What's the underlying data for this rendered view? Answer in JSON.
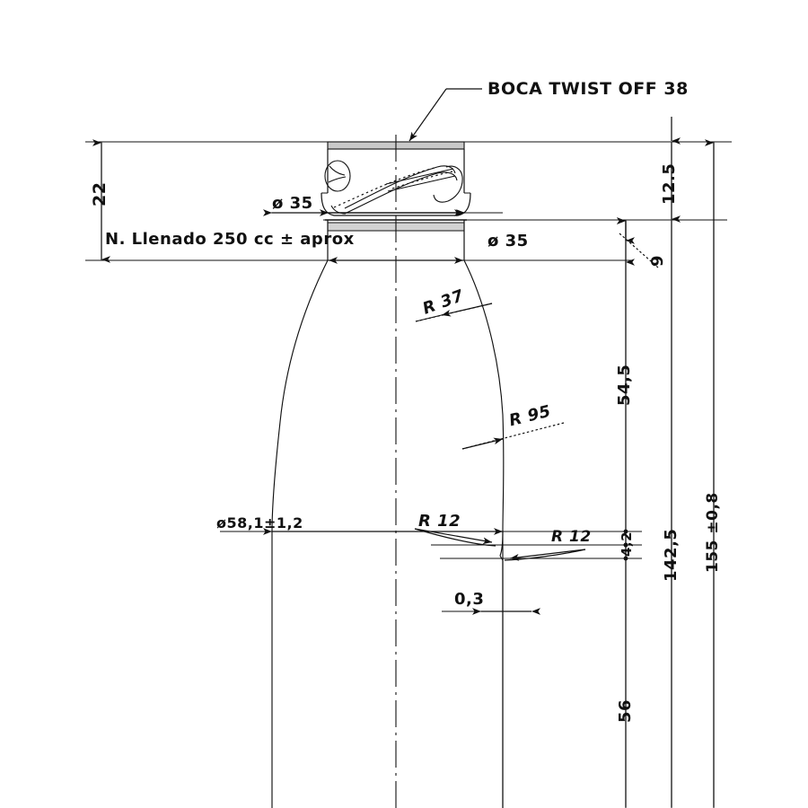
{
  "drawing": {
    "type": "technical-engineering-drawing",
    "subject": "Glass bottle cross-section with twist-off finish",
    "units": "mm",
    "line_color": "#111111",
    "background_color": "#ffffff",
    "annotation_note": "BOCA TWIST OFF 38"
  },
  "labels": {
    "neck_callout": "BOCA TWIST OFF 38",
    "fill_level": "N. Llenado 250 cc ± aprox",
    "height_22": "22",
    "dia_35_upper": "ø 35",
    "dia_35_lower": "ø 35",
    "height_12_5": "12.5",
    "height_9": "9",
    "radius_37": "R 37",
    "radius_95": "R 95",
    "height_54_5": "54,5",
    "dia_58_1": "ø58,1±1,2",
    "radius_12_left": "R 12",
    "radius_12_right": "R 12",
    "height_4_2": "4,2",
    "height_142_5": "142,5",
    "total_height": "155 ±0,8",
    "offset_0_3": "0,3",
    "height_56": "56"
  },
  "dimensions": {
    "total_height_mm": 155,
    "total_height_tol_mm": 0.8,
    "fill_level_cc": 250,
    "finish_size_mm": 38,
    "neck_diameter_mm": 35,
    "body_diameter_mm": 58.1,
    "body_diameter_tol_mm": 1.2,
    "shoulder_radius_mm": 37,
    "body_radius_mm": 95,
    "heel_radius_mm": 12,
    "height_to_shoulder_mm": 22,
    "cap_height_mm": 12.5,
    "neck_ring_height_mm": 9,
    "shoulder_to_heel_mm": 54.5,
    "heel_step_mm": 4.2,
    "height_142_5_mm": 142.5,
    "base_offset_mm": 0.3,
    "lower_body_mm": 56
  }
}
